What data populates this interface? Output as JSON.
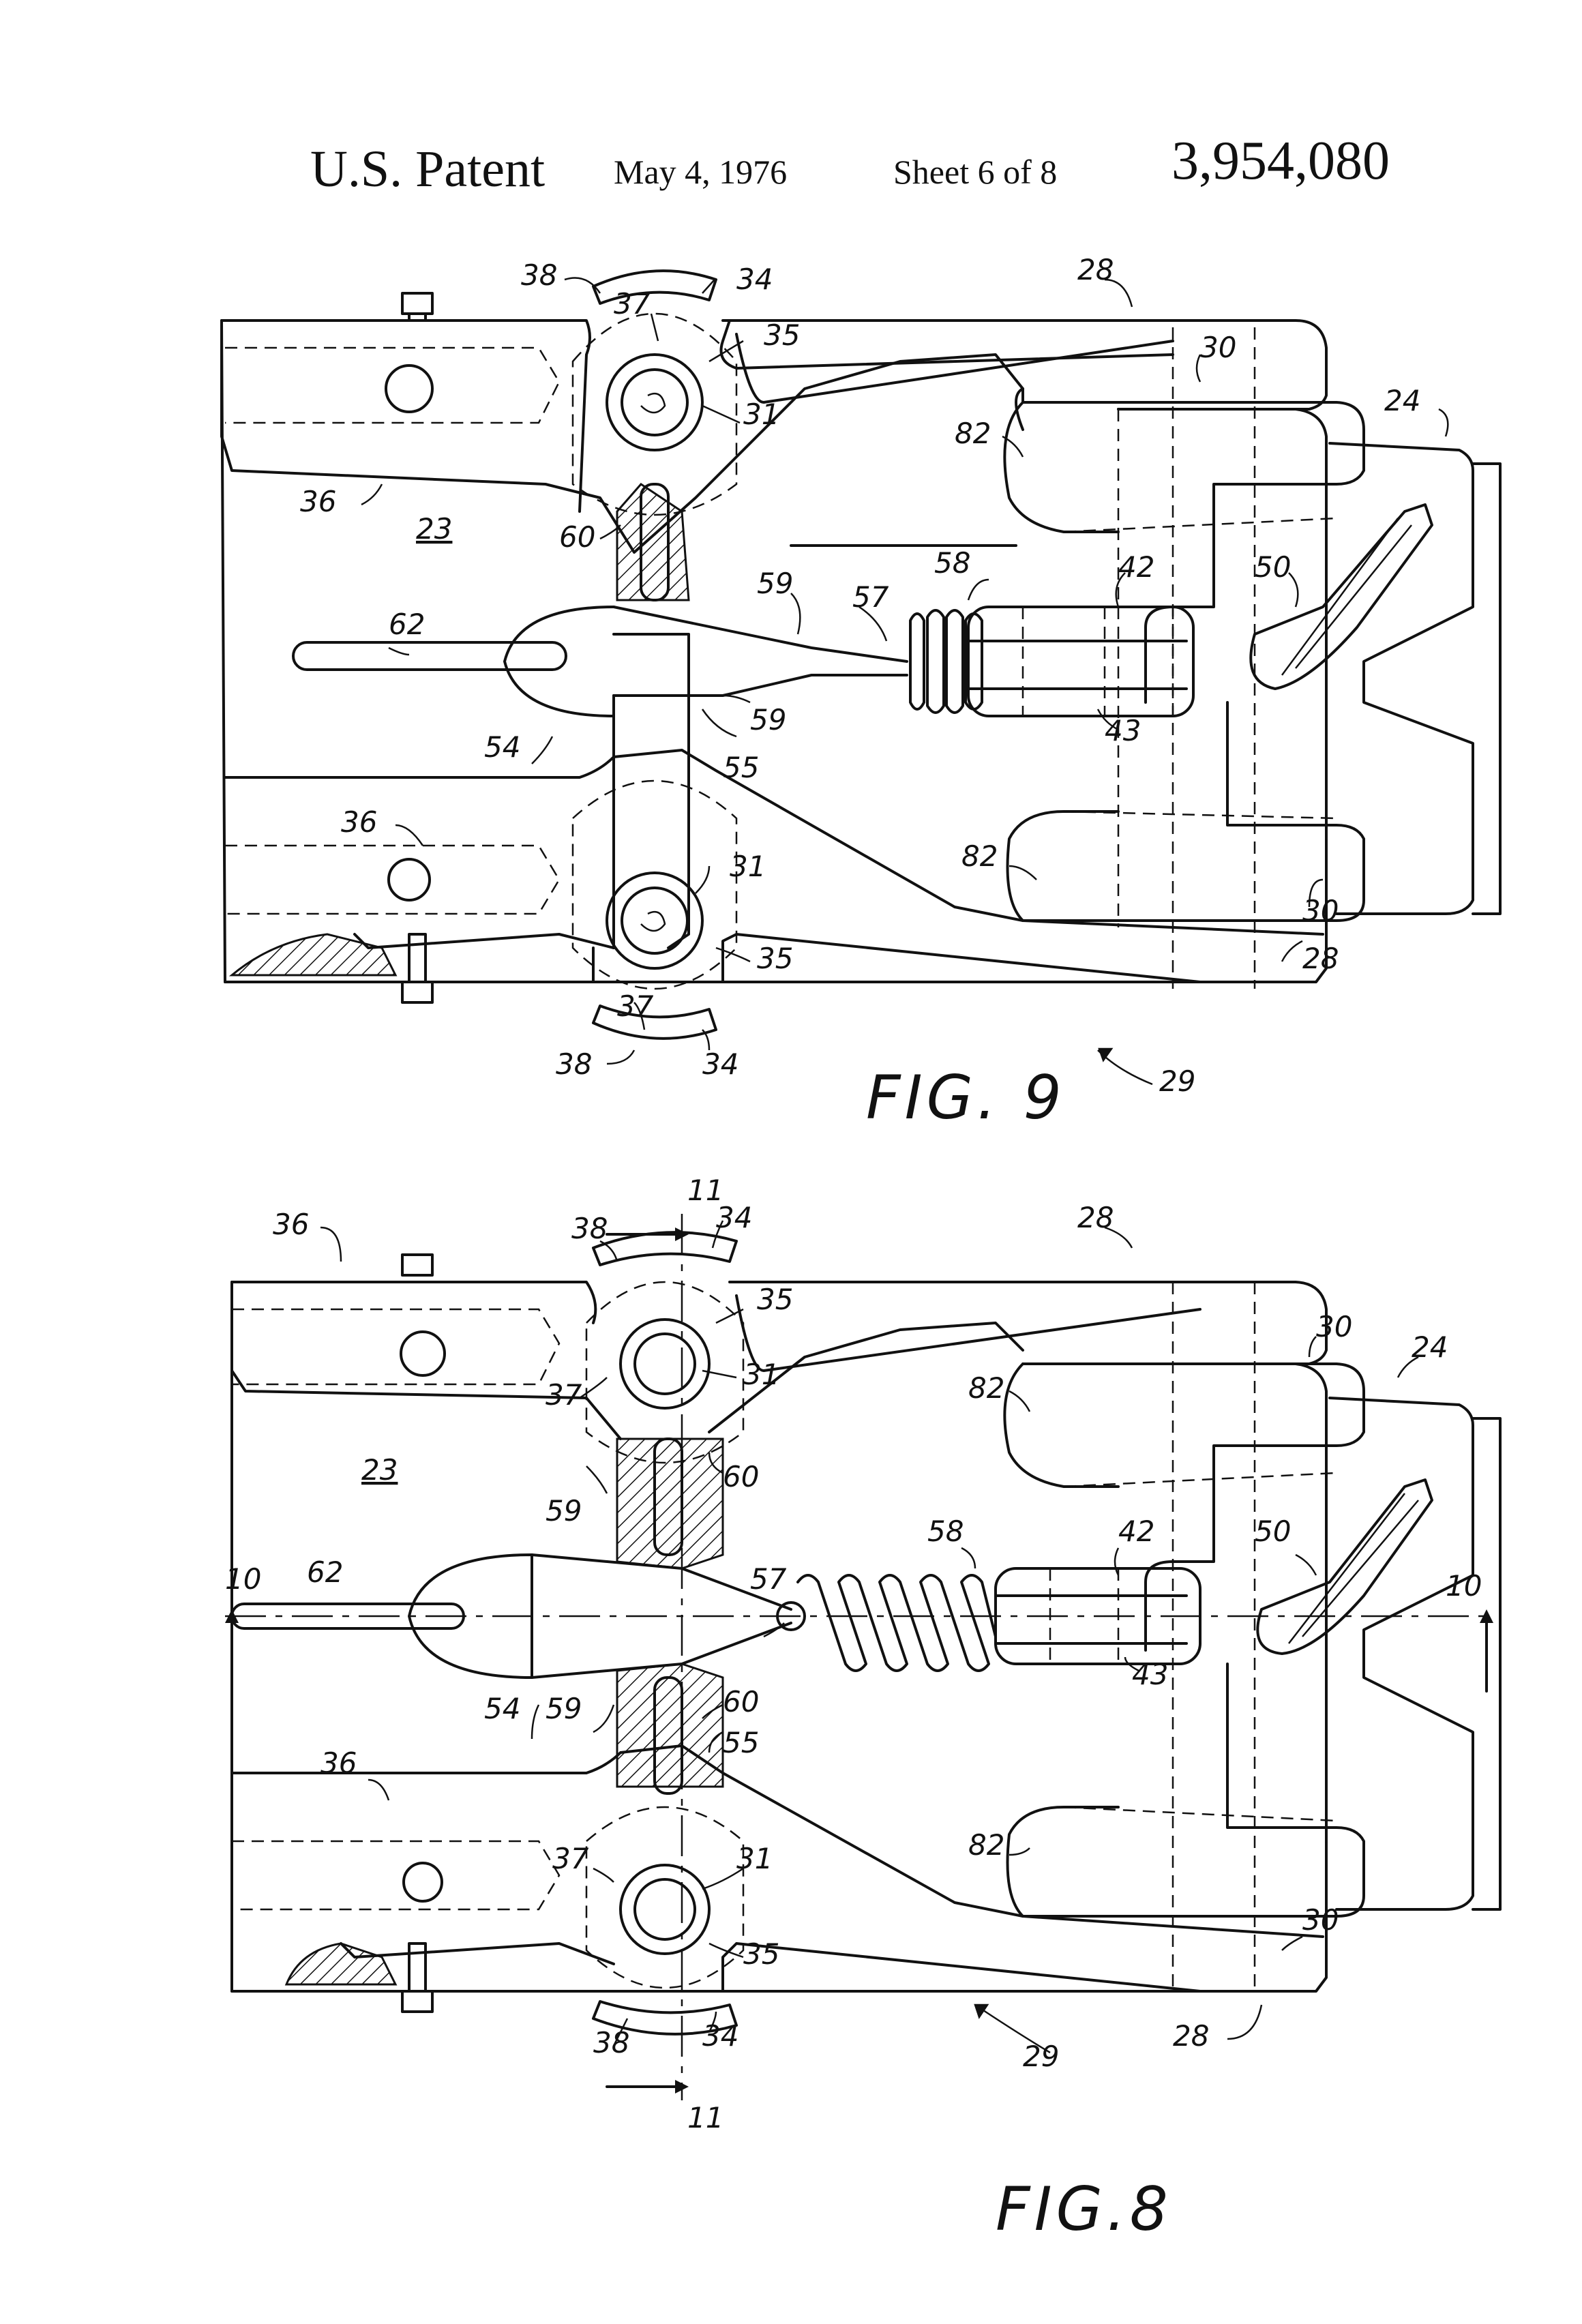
{
  "header": {
    "title": "U.S. Patent",
    "date": "May 4, 1976",
    "sheet": "Sheet 6 of 8",
    "patent_number": "3,954,080"
  },
  "fig9": {
    "caption": "FIG. 9",
    "labels": {
      "l38a": "38",
      "l34a": "34",
      "l37a": "37",
      "l35a": "35",
      "l31a": "31",
      "l28a": "28",
      "l30a": "30",
      "l24": "24",
      "l82a": "82",
      "l36a": "36",
      "l23": "23",
      "l60": "60",
      "l58": "58",
      "l42": "42",
      "l50": "50",
      "l59a": "59",
      "l57": "57",
      "l62": "62",
      "l54": "54",
      "l59b": "59",
      "l43": "43",
      "l55": "55",
      "l36b": "36",
      "l82b": "82",
      "l31b": "31",
      "l30b": "30",
      "l35b": "35",
      "l28b": "28",
      "l37b": "37",
      "l38b": "38",
      "l34b": "34",
      "l29": "29"
    }
  },
  "fig8": {
    "caption": "FIG.8",
    "labels": {
      "l11a": "11",
      "l36a": "36",
      "l38a": "38",
      "l34a": "34",
      "l28a": "28",
      "l35a": "35",
      "l30a": "30",
      "l31a": "31",
      "l82a": "82",
      "l24": "24",
      "l37a": "37",
      "l23": "23",
      "l60a": "60",
      "l59a": "59",
      "l58": "58",
      "l42": "42",
      "l50": "50",
      "l10a": "10",
      "l62": "62",
      "l57": "57",
      "l10b": "10",
      "l54": "54",
      "l59b": "59",
      "l60b": "60",
      "l55": "55",
      "l43": "43",
      "l36b": "36",
      "l82b": "82",
      "l37b": "37",
      "l31b": "31",
      "l30b": "30",
      "l35b": "35",
      "l38b": "38",
      "l34b": "34",
      "l29": "29",
      "l28b": "28",
      "l11b": "11"
    }
  }
}
